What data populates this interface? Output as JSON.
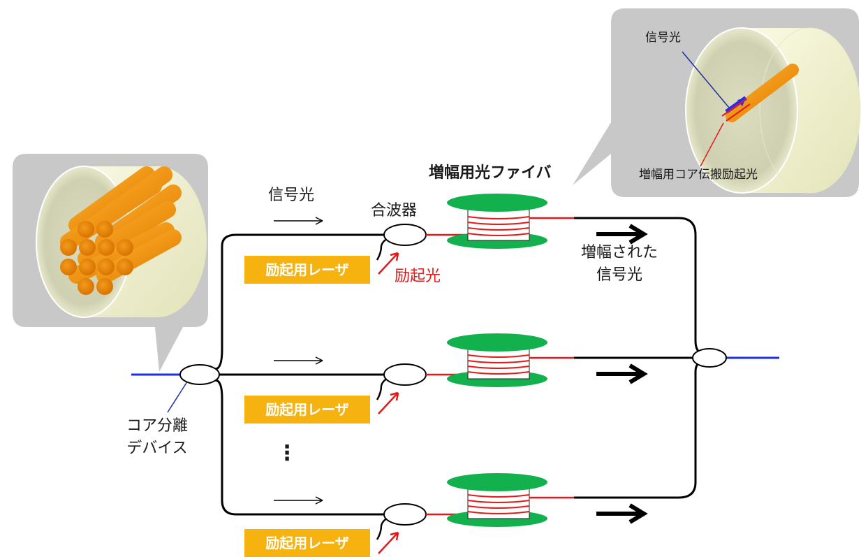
{
  "labels": {
    "fiber_title": "増幅用光ファイバ",
    "signal_light": "信号光",
    "combiner": "合波器",
    "pump_laser": "励起用レーザ",
    "pump_light": "励起光",
    "amplified_signal_line1": "増幅された",
    "amplified_signal_line2": "信号光",
    "core_device_line1": "コア分離",
    "core_device_line2": "デバイス",
    "ellipsis": "⋮",
    "inset_signal": "信号光",
    "inset_pump": "増幅用コア伝搬励起光"
  },
  "colors": {
    "callout_bg": "#c8c8c8",
    "fiber_cladding": "#f0f0c4",
    "core_orange": "#f39a14",
    "spool_green": "#13b14d",
    "laser_box": "#f6b20f",
    "pump_red": "#e41a1a",
    "input_blue": "#1c2fe8",
    "signal_blue": "#2a2af0"
  }
}
